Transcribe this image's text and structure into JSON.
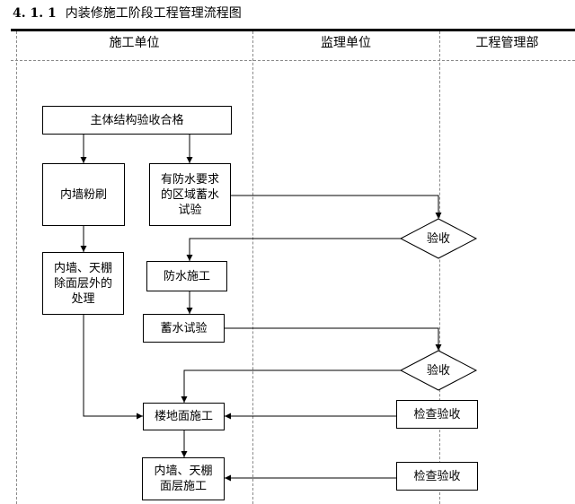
{
  "section": {
    "number": "4. 1. 1",
    "title": "内装修施工阶段工程管理流程图"
  },
  "lanes": [
    "施工单位",
    "监理单位",
    "工程管理部"
  ],
  "nodes": {
    "main_structure": "主体结构验收合格",
    "wall_plaster": "内墙粉刷",
    "water_test_area": "有防水要求\n的区域蓄水\n试验",
    "acceptance_1": "验收",
    "waterproof": "防水施工",
    "ceiling_treatment": "内墙、天棚\n除面层外的\n处理",
    "water_storage_test": "蓄水试验",
    "acceptance_2": "验收",
    "floor_construction": "楼地面施工",
    "inspection_1": "检查验收",
    "finish_layer": "内墙、天棚\n面层施工",
    "inspection_2": "检查验收"
  }
}
